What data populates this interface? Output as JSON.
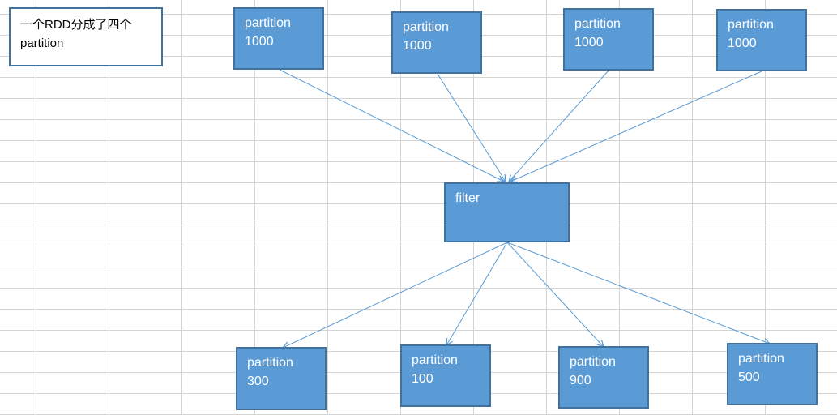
{
  "note": {
    "line1": "一个RDD分成了四个",
    "line2": "partition"
  },
  "filter": {
    "label": "filter"
  },
  "input_partitions": [
    {
      "label": "partition",
      "value": "1000"
    },
    {
      "label": "partition",
      "value": "1000"
    },
    {
      "label": "partition",
      "value": "1000"
    },
    {
      "label": "partition",
      "value": "1000"
    }
  ],
  "output_partitions": [
    {
      "label": "partition",
      "value": "300"
    },
    {
      "label": "partition",
      "value": "100"
    },
    {
      "label": "partition",
      "value": "900"
    },
    {
      "label": "partition",
      "value": "500"
    }
  ],
  "colors": {
    "box_fill": "#5b9bd5",
    "box_border": "#41719c",
    "arrow": "#5b9bd5",
    "grid": "#d4d4d4"
  }
}
